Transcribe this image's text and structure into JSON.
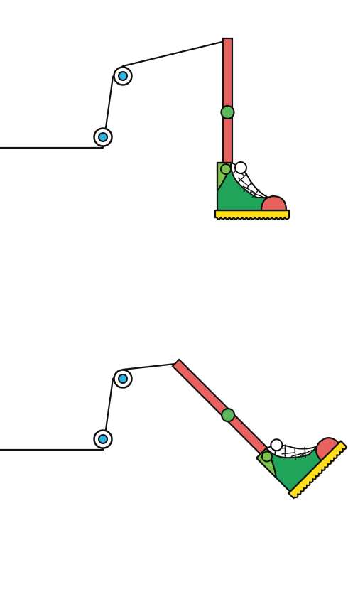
{
  "colors": {
    "background": "#ffffff",
    "line": "#111111",
    "leg": "#e8625f",
    "joint": "#5cb85c",
    "boot_dark": "#1fa45a",
    "boot_light": "#7cc24a",
    "toe_cap": "#e8625f",
    "sole": "#ffe01a",
    "pulley_axle": "#2bb3e6"
  },
  "icons": {
    "pulley": "pulley-icon",
    "boot": "boot-icon",
    "joint": "knee-joint-icon"
  },
  "panels": [
    {
      "name": "standing",
      "leg_angle_from_vertical_deg": 0
    },
    {
      "name": "kicking",
      "leg_angle_from_vertical_deg": 45
    }
  ]
}
